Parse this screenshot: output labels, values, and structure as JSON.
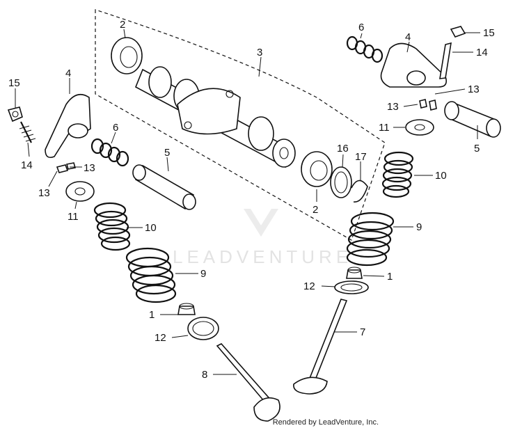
{
  "callouts": {
    "c1": "1",
    "c1b": "1",
    "c2": "2",
    "c2b": "2",
    "c3": "3",
    "c4": "4",
    "c4b": "4",
    "c5": "5",
    "c5b": "5",
    "c6": "6",
    "c6b": "6",
    "c7": "7",
    "c8": "8",
    "c9": "9",
    "c9b": "9",
    "c10": "10",
    "c10b": "10",
    "c11": "11",
    "c11b": "11",
    "c12": "12",
    "c12b": "12",
    "c13": "13",
    "c13b": "13",
    "c13c": "13",
    "c13d": "13",
    "c14": "14",
    "c14b": "14",
    "c15": "15",
    "c15b": "15",
    "c16": "16",
    "c17": "17"
  },
  "watermark": "LEADVENTURE",
  "credit": "Rendered by LeadVenture, Inc."
}
